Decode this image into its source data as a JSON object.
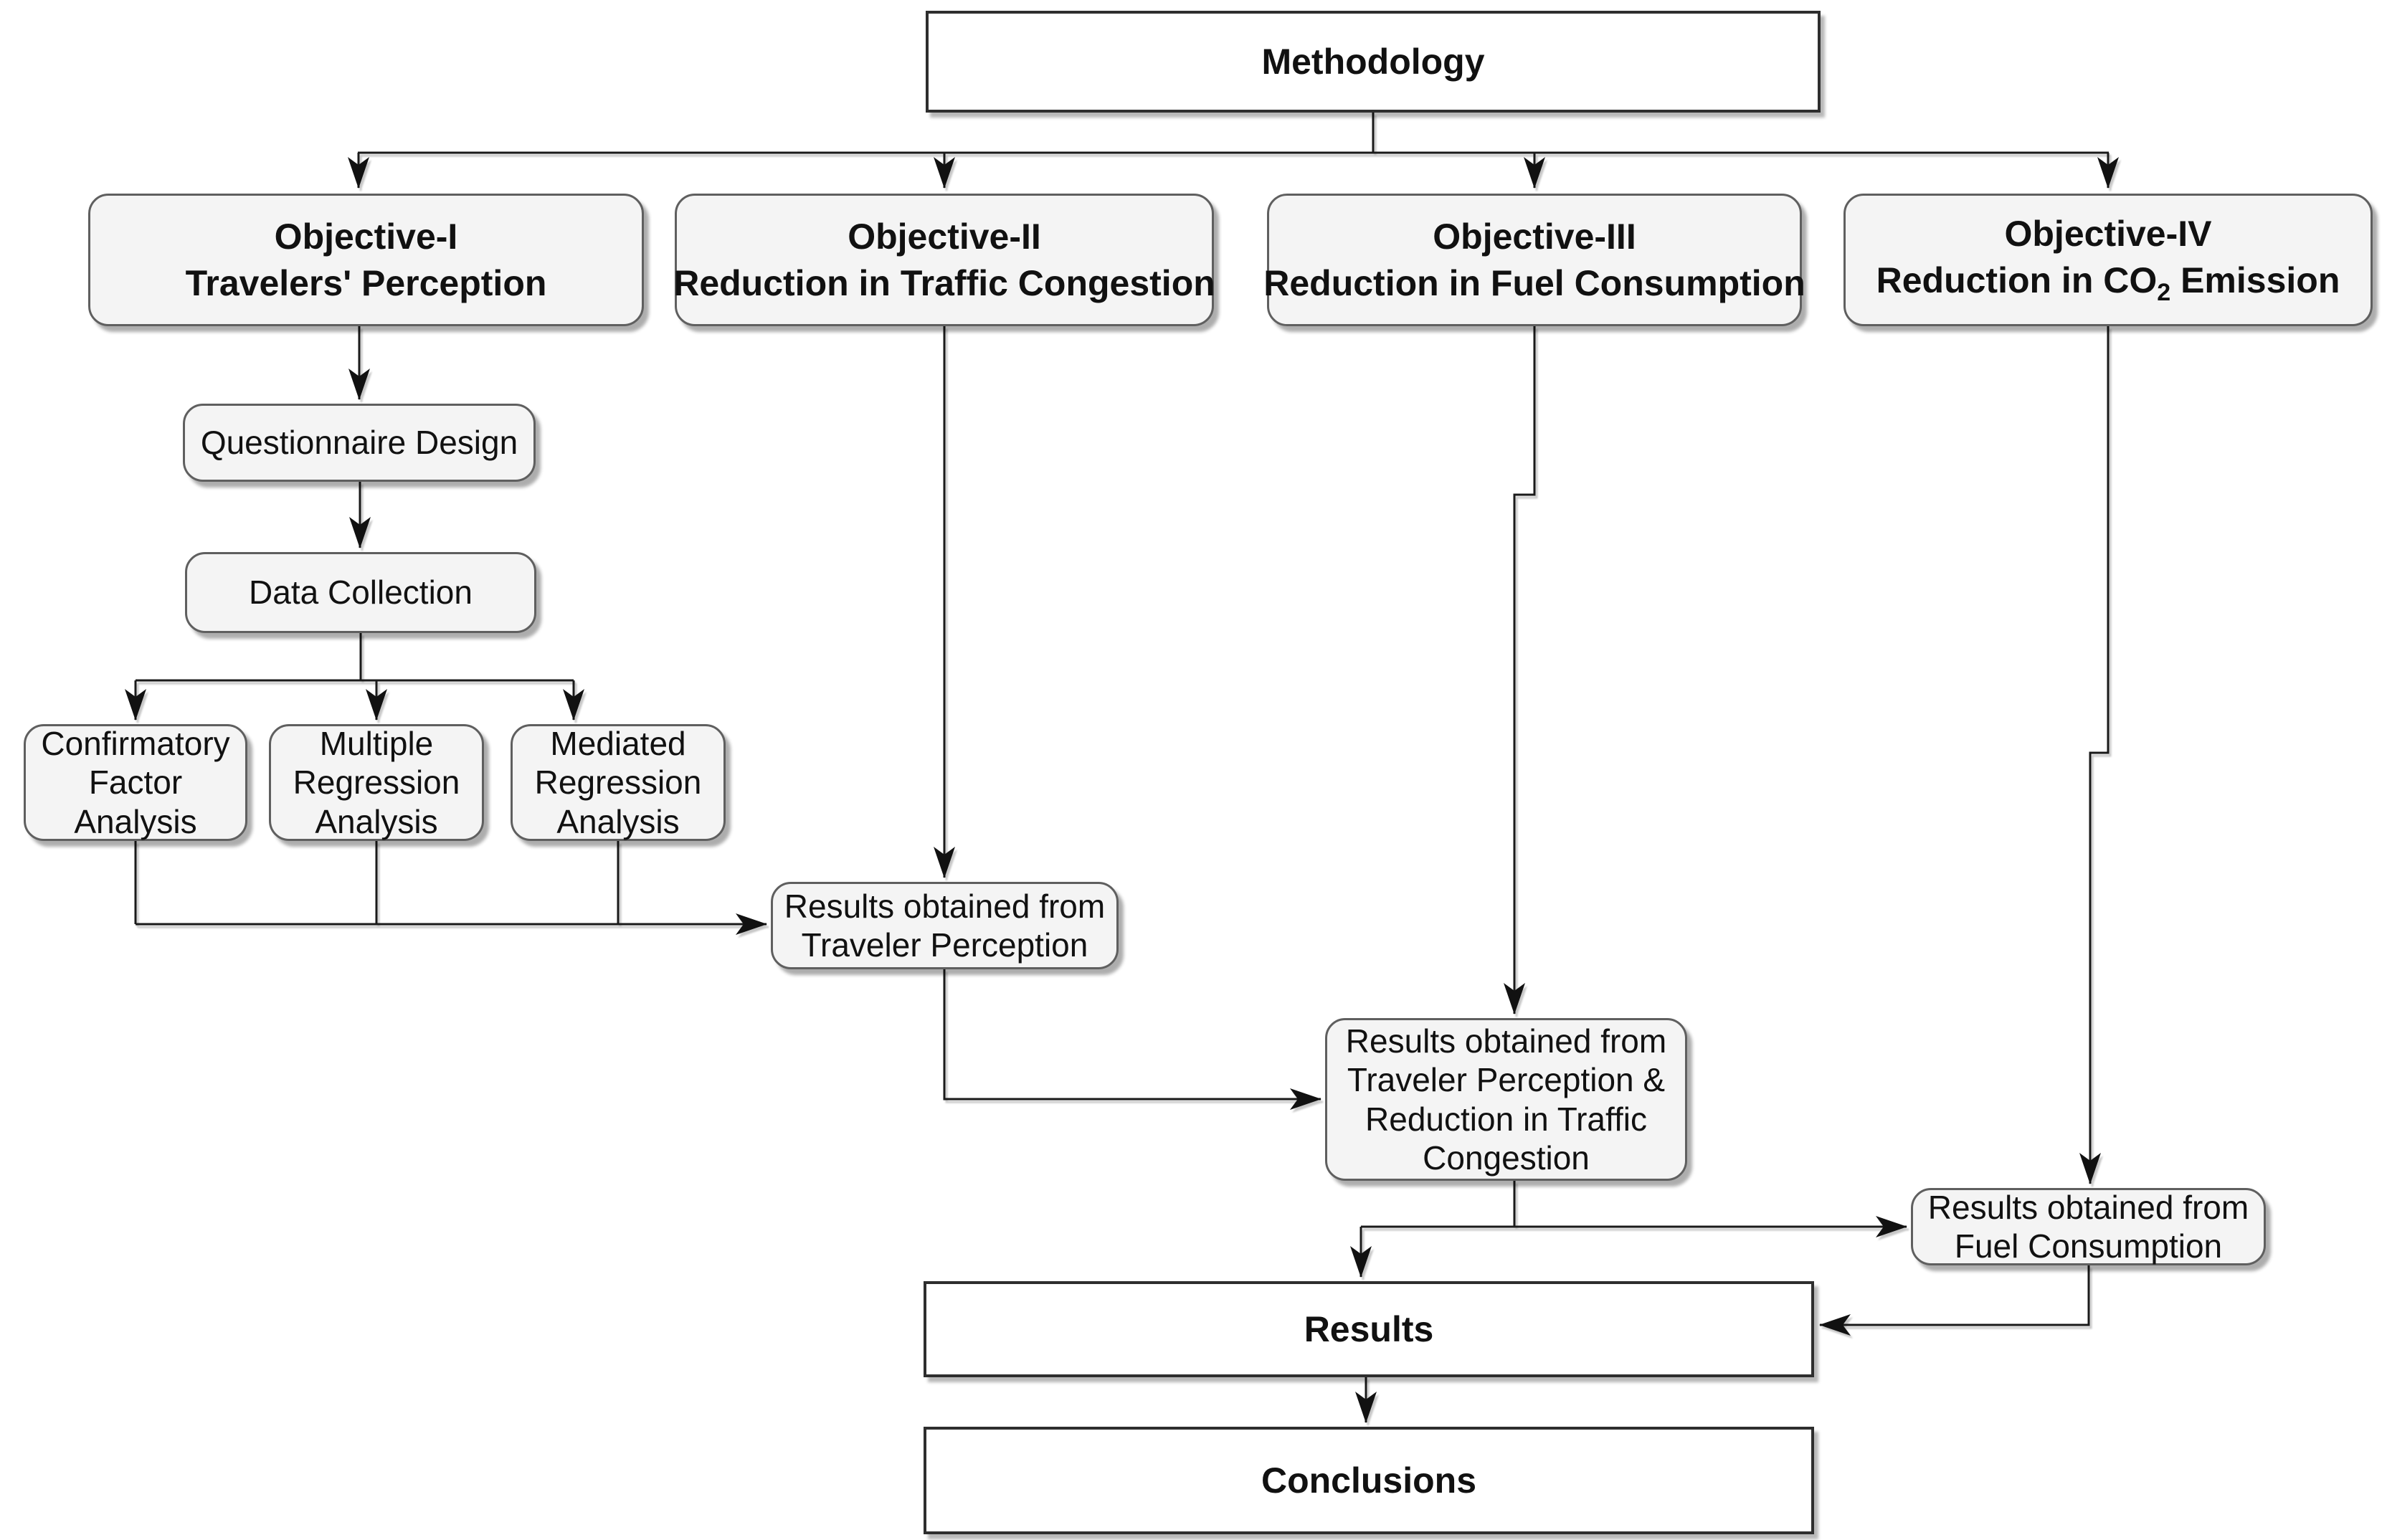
{
  "diagram": {
    "type": "flowchart",
    "title": "Methodology"
  },
  "colors": {
    "node_fill": "#f4f4f4",
    "node_border": "#5f5f5f",
    "rect_border": "#2e2e2e",
    "connector_line": "#1a1a1a",
    "background": "#ffffff",
    "text": "#111111"
  },
  "nodes": {
    "methodology": {
      "label": "Methodology"
    },
    "objective1": {
      "line1": "Objective-I",
      "line2": "Travelers' Perception"
    },
    "objective2": {
      "line1": "Objective-II",
      "line2": "Reduction in Traffic Congestion"
    },
    "objective3": {
      "line1": "Objective-III",
      "line2": "Reduction in Fuel Consumption"
    },
    "objective4": {
      "line1": "Objective-IV",
      "line2_prefix": "Reduction in CO",
      "line2_sub": "2",
      "line2_suffix": " Emission"
    },
    "questionnaire_design": {
      "label": "Questionnaire Design"
    },
    "data_collection": {
      "label": "Data Collection"
    },
    "cfa": {
      "lines": [
        "Confirmatory",
        "Factor",
        "Analysis"
      ]
    },
    "mra": {
      "lines": [
        "Multiple",
        "Regression",
        "Analysis"
      ]
    },
    "medra": {
      "lines": [
        "Mediated",
        "Regression",
        "Analysis"
      ]
    },
    "results_tp": {
      "lines": [
        "Results obtained from",
        "Traveler Perception"
      ]
    },
    "results_tprc": {
      "lines": [
        "Results obtained from",
        "Traveler Perception &",
        "Reduction in Traffic",
        "Congestion"
      ]
    },
    "results_fc": {
      "lines": [
        "Results obtained from",
        "Fuel Consumption"
      ]
    },
    "results": {
      "label": "Results"
    },
    "conclusions": {
      "label": "Conclusions"
    }
  }
}
